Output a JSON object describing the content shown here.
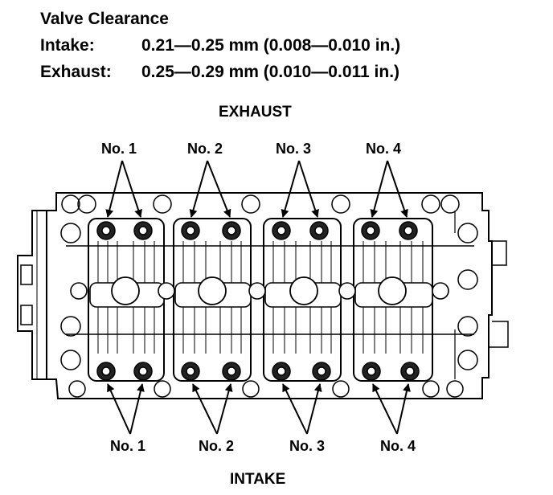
{
  "title": "Valve Clearance",
  "specs": [
    {
      "label": "Intake:",
      "value": "0.21—0.25 mm (0.008—0.010 in.)"
    },
    {
      "label": "Exhaust:",
      "value": "0.25—0.29 mm (0.010—0.011 in.)"
    }
  ],
  "exhaust_label": "EXHAUST",
  "intake_label": "INTAKE",
  "exhaust_cylinders": [
    "No. 1",
    "No. 2",
    "No. 3",
    "No. 4"
  ],
  "intake_cylinders": [
    "No. 1",
    "No. 2",
    "No. 3",
    "No. 4"
  ]
}
